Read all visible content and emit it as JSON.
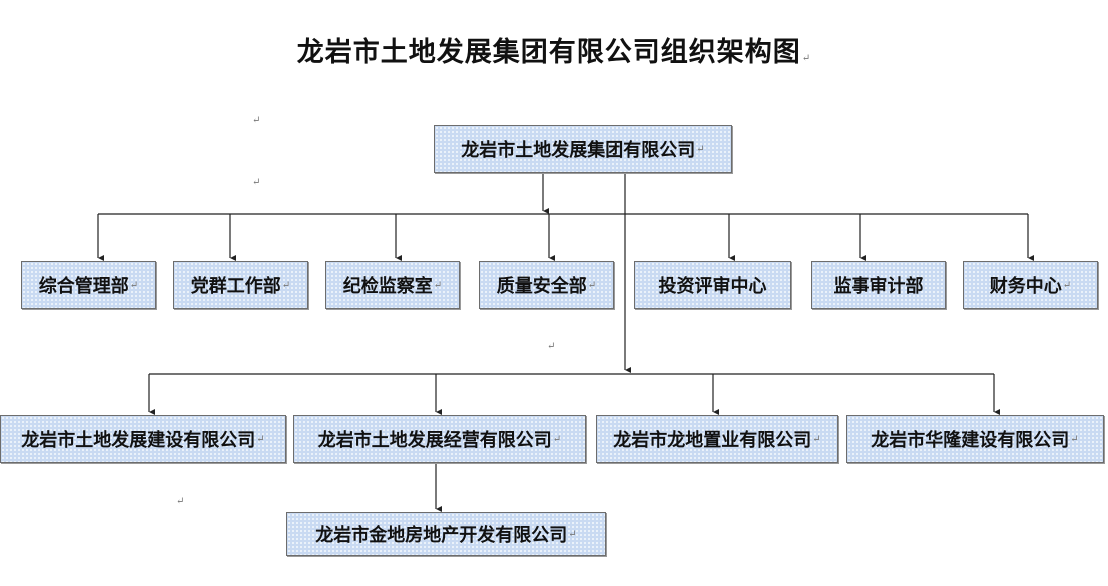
{
  "title": "龙岩市土地发展集团有限公司组织架构图",
  "para_mark": "↵",
  "nodes": {
    "root": "龙岩市土地发展集团有限公司",
    "departments": [
      "综合管理部",
      "党群工作部",
      "纪检监察室",
      "质量安全部",
      "投资评审中心",
      "监事审计部",
      "财务中心"
    ],
    "companies": [
      "龙岩市土地发展建设有限公司",
      "龙岩市土地发展经营有限公司",
      "龙岩市龙地置业有限公司",
      "龙岩市华隆建设有限公司"
    ],
    "sub_company": "龙岩市金地房地产开发有限公司"
  },
  "colors": {
    "box_fill": "#c9daf2",
    "box_border": "#6d6d6d",
    "line": "#222222"
  }
}
